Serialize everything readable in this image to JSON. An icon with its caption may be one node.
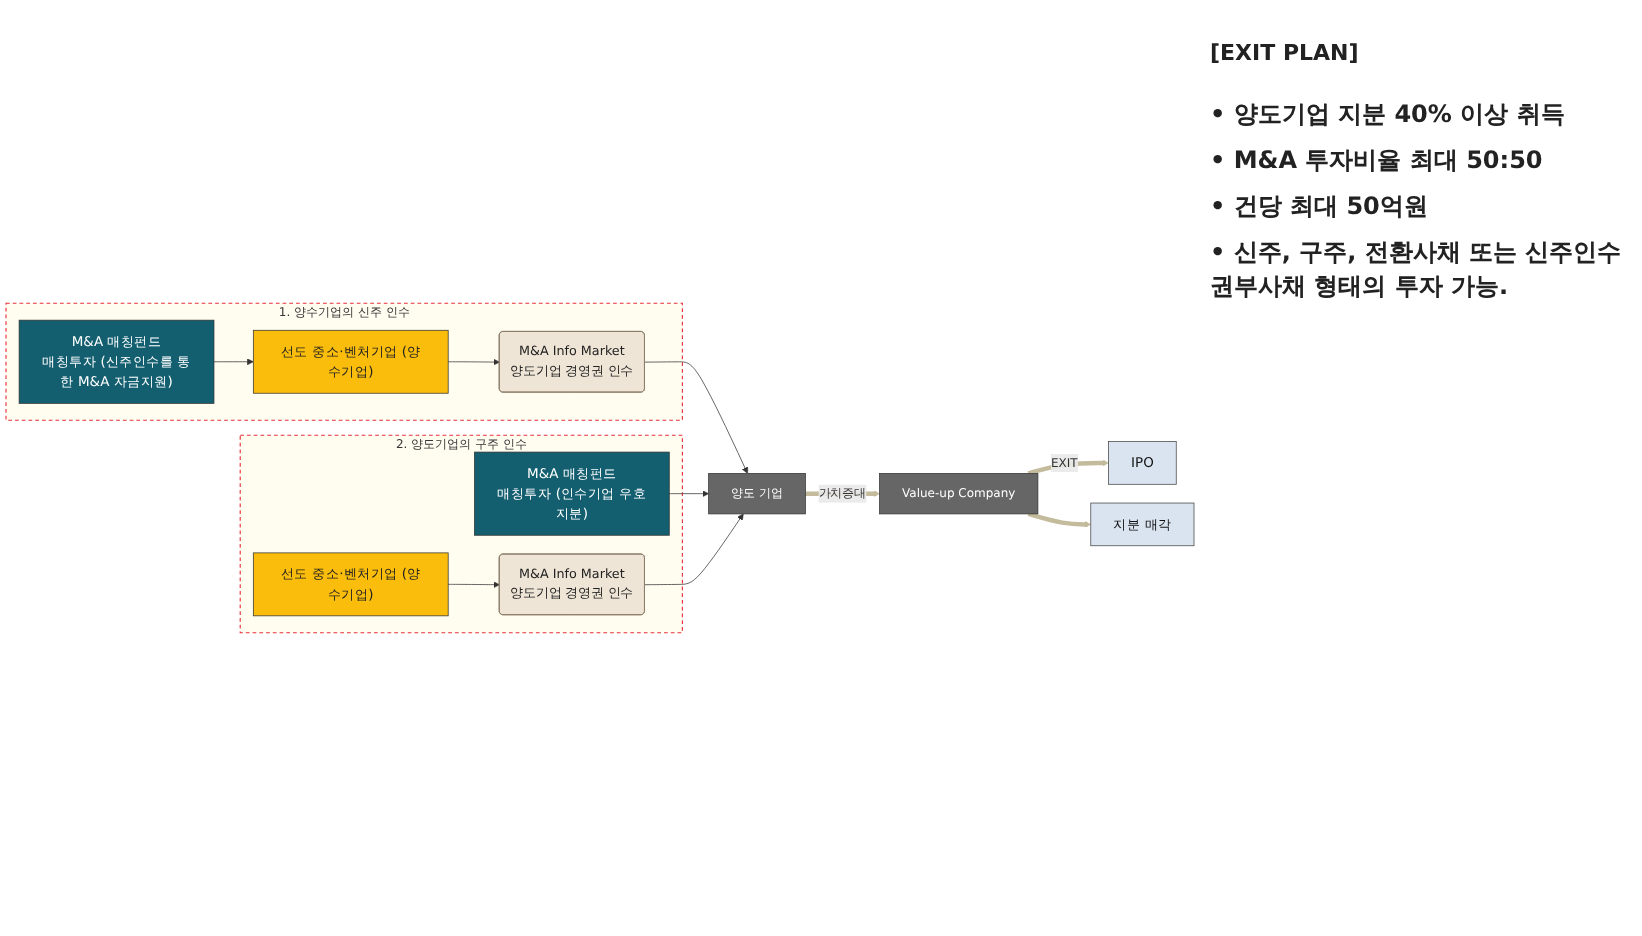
{
  "diagram": {
    "nodes": [
      {
        "text": [
          "1. 양수기업의 신주 인수"
        ]
      },
      {
        "text": [
          "M&A 매칭펀드",
          "매칭투자 (신주인수를 통한 M&A 자금지원)"
        ],
        "in": 0
      },
      {
        "text": [
          "선도 중소·벤처기업 (양수기업)"
        ],
        "in": 0
      },
      {
        "text": [
          "M&A Info Market",
          "양도기업 경영권 인수"
        ],
        "in": 0
      },
      {
        "text": [
          "2. 양도기업의 구주 인수"
        ]
      },
      {
        "text": [
          "M&A 매칭펀드",
          "매칭투자 (인수기업 우호지분)"
        ],
        "in": 4
      },
      {
        "text": [
          "선도 중소·벤처기업 (양수기업)"
        ],
        "in": 4
      },
      {
        "text": [
          "M&A Info Market",
          "양도기업 경영권 인수"
        ],
        "in": 4
      },
      {
        "text": [
          "양도 기업"
        ]
      },
      {
        "text": [
          "Value-up Company"
        ]
      },
      {
        "text": [
          "IPO"
        ]
      },
      {
        "text": [
          "지분 매각"
        ]
      }
    ],
    "edges": [
      {
        "from": 1,
        "to": 2,
        "arrow": "to"
      },
      {
        "from": 2,
        "to": 3,
        "arrow": "to"
      },
      {
        "from": 3,
        "to": 8,
        "arrow": "to"
      },
      {
        "from": 5,
        "to": 8,
        "arrow": "to"
      },
      {
        "from": 6,
        "to": 7,
        "arrow": "to"
      },
      {
        "from": 7,
        "to": 8,
        "arrow": "to"
      },
      {
        "from": 8,
        "to": 9,
        "arrow": "to",
        "label": "가치증대",
        "style": "thick",
        "color": "#c4bb9c"
      },
      {
        "from": 9,
        "to": 10,
        "arrow": "to",
        "label": "EXIT",
        "style": "thick",
        "color": "#c4bb9c"
      },
      {
        "from": 9,
        "to": 11,
        "arrow": "to",
        "style": "thick",
        "color": "#c4bb9c"
      }
    ],
    "labels": [
      "[EXIT PLAN]",
      "• 양도기업 지분 40% 이상 취득",
      "• M&A 투자비율 최대 50:50",
      "• 건당 최대 50억원",
      "• 신주, 구주, 전환사채 또는 신주인수권부사채 형태의 투자 가능."
    ]
  }
}
